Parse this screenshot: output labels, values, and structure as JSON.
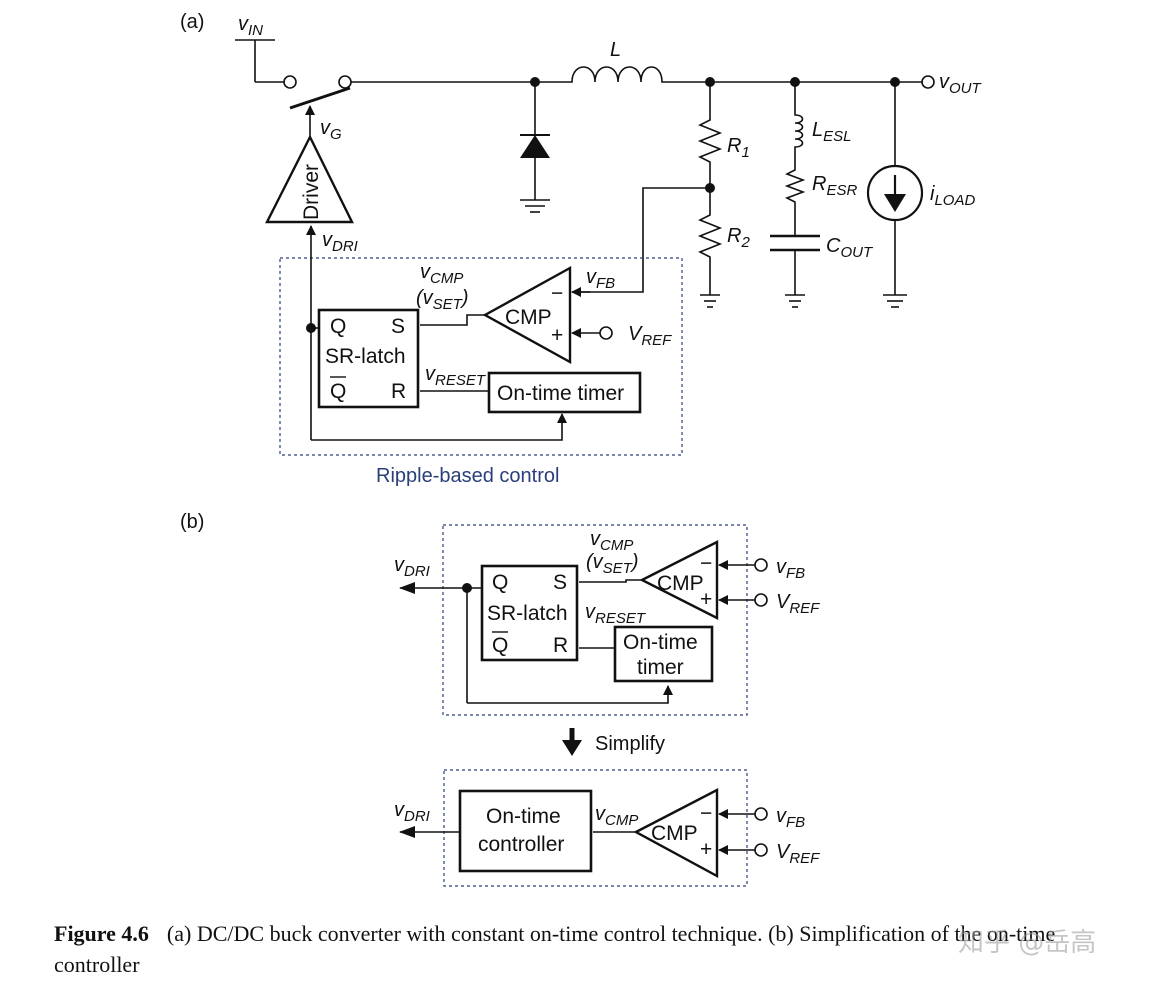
{
  "panel_a": {
    "label": "(a)",
    "vin": {
      "v": "v",
      "sub": "IN"
    },
    "inductor": "L",
    "vout": {
      "v": "v",
      "sub": "OUT"
    },
    "vg": {
      "v": "v",
      "sub": "G"
    },
    "driver": "Driver",
    "vdri": {
      "v": "v",
      "sub": "DRI"
    },
    "r1": {
      "v": "R",
      "sub": "1"
    },
    "r2": {
      "v": "R",
      "sub": "2"
    },
    "lesl": {
      "v": "L",
      "sub": "ESL"
    },
    "resr": {
      "v": "R",
      "sub": "ESR"
    },
    "cout": {
      "v": "C",
      "sub": "OUT"
    },
    "iload": {
      "v": "i",
      "sub": "LOAD"
    },
    "vcmp": {
      "v": "v",
      "sub": "CMP"
    },
    "vset": {
      "open": "(v",
      "sub": "SET",
      "close": ")"
    },
    "vfb": {
      "v": "v",
      "sub": "FB"
    },
    "vref": {
      "v": "V",
      "sub": "REF"
    },
    "cmp": "CMP",
    "minus": "−",
    "plus": "+",
    "latch": {
      "q": "Q",
      "s": "S",
      "name": "SR-latch",
      "qbar": "Q",
      "r": "R"
    },
    "vreset": {
      "v": "v",
      "sub": "RESET"
    },
    "timer": "On-time timer",
    "region_label": "Ripple-based control"
  },
  "panel_b": {
    "label": "(b)",
    "vdri": {
      "v": "v",
      "sub": "DRI"
    },
    "vcmp": {
      "v": "v",
      "sub": "CMP"
    },
    "vset": {
      "open": "(v",
      "sub": "SET",
      "close": ")"
    },
    "latch": {
      "q": "Q",
      "s": "S",
      "name": "SR-latch",
      "qbar": "Q",
      "r": "R"
    },
    "vreset": {
      "v": "v",
      "sub": "RESET"
    },
    "timer_line1": "On-time",
    "timer_line2": "timer",
    "cmp": "CMP",
    "minus": "−",
    "plus": "+",
    "vfb": {
      "v": "v",
      "sub": "FB"
    },
    "vref": {
      "v": "V",
      "sub": "REF"
    },
    "simplify": "Simplify",
    "ctrl_line1": "On-time",
    "ctrl_line2": "controller",
    "vdri2": {
      "v": "v",
      "sub": "DRI"
    },
    "vcmp2": {
      "v": "v",
      "sub": "CMP"
    },
    "cmp2": "CMP",
    "vfb2": {
      "v": "v",
      "sub": "FB"
    },
    "vref2": {
      "v": "V",
      "sub": "REF"
    }
  },
  "caption": {
    "figure": "Figure 4.6",
    "text": "(a) DC/DC buck converter with constant on-time control technique. (b) Simplification of the on-time controller"
  },
  "watermark": "知乎 @岳高"
}
